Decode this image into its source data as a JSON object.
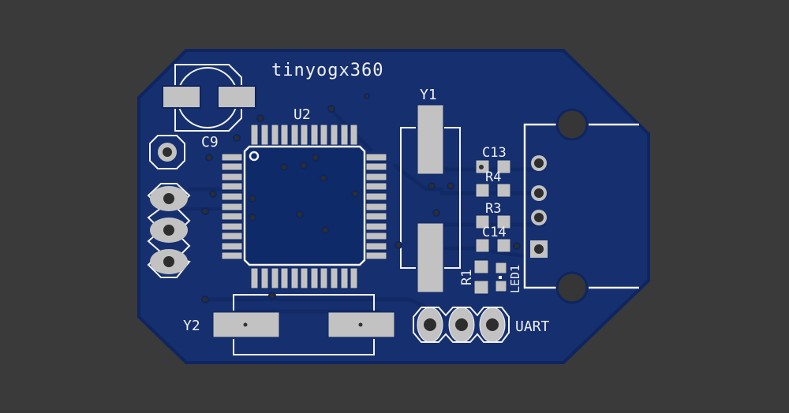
{
  "board": {
    "title": "tinyogx360",
    "colors": {
      "background": "#3a3a3a",
      "board_fill": "#16306f",
      "board_edge": "#0e2560",
      "trace": "#13286a",
      "pad": "#c2c2c2",
      "silk": "#f2f2f2",
      "hole": "#333333",
      "via": "#2a2a2a"
    }
  },
  "labels": {
    "title": "tinyogx360",
    "u2": "U2",
    "c9": "C9",
    "y1": "Y1",
    "y2": "Y2",
    "c13": "C13",
    "r4": "R4",
    "r3": "R3",
    "c14": "C14",
    "r1": "R1",
    "led1": "LED1",
    "uart": "UART"
  },
  "components": [
    {
      "ref": "U2",
      "type": "QFP-44"
    },
    {
      "ref": "C9",
      "type": "electrolytic capacitor"
    },
    {
      "ref": "Y1",
      "type": "crystal"
    },
    {
      "ref": "Y2",
      "type": "crystal"
    },
    {
      "ref": "C13",
      "type": "SMD capacitor"
    },
    {
      "ref": "R4",
      "type": "SMD resistor"
    },
    {
      "ref": "R3",
      "type": "SMD resistor"
    },
    {
      "ref": "C14",
      "type": "SMD capacitor"
    },
    {
      "ref": "R1",
      "type": "SMD resistor"
    },
    {
      "ref": "LED1",
      "type": "SMD LED"
    },
    {
      "ref": "UART",
      "type": "3-pin header"
    },
    {
      "ref": "USB",
      "type": "USB connector"
    }
  ]
}
